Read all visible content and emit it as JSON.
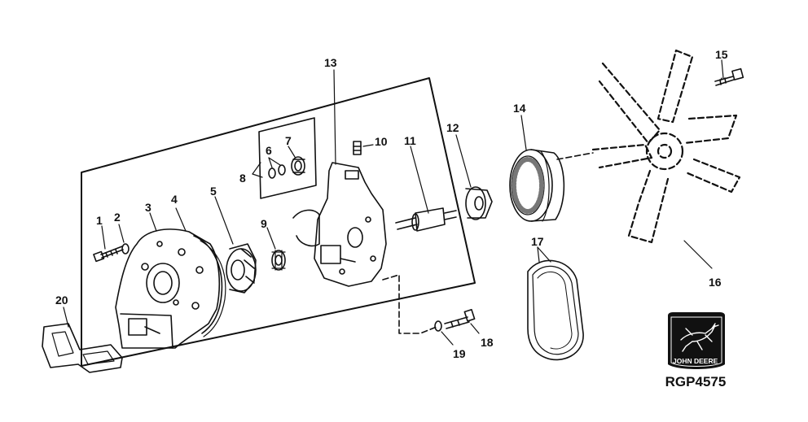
{
  "figure": {
    "reference_code": "RGP4575",
    "logo_text": "JOHN DEERE",
    "callouts": [
      "1",
      "2",
      "3",
      "4",
      "5",
      "6",
      "7",
      "8",
      "9",
      "10",
      "11",
      "12",
      "13",
      "14",
      "15",
      "16",
      "17",
      "18",
      "19",
      "20"
    ]
  },
  "colors": {
    "ink": "#111111",
    "background": "#ffffff"
  }
}
